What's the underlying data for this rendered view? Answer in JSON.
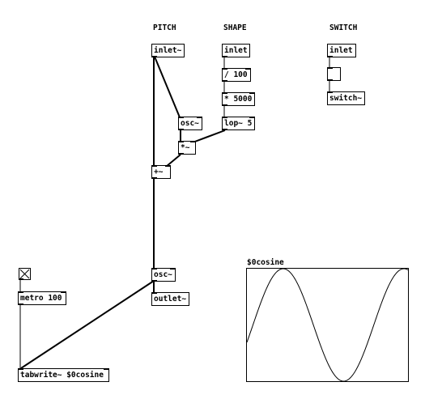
{
  "comments": {
    "pitch": "PITCH",
    "shape": "SHAPE",
    "switch": "SWITCH"
  },
  "objects": {
    "inlet_pitch": "inlet~",
    "osc_mod": "osc~",
    "mul_sig": "*~",
    "add_sig": "+~",
    "osc_main": "osc~",
    "outlet": "outlet~",
    "inlet_shape": "inlet",
    "div100": "/ 100",
    "mul5000": "* 5000",
    "lop": "lop~ 5",
    "inlet_switch": "inlet",
    "switch": "switch~",
    "metro": "metro 100",
    "tabwrite": "tabwrite~ $0cosine"
  },
  "array": {
    "name": "$0cosine"
  },
  "colors": {
    "background": "#ffffff",
    "ink": "#000000"
  }
}
